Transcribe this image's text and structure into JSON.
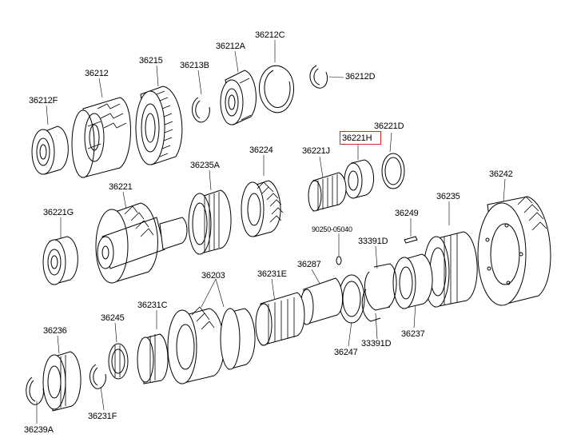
{
  "diagram": {
    "highlight_color": "#d02a2a",
    "highlighted_part": "36221H",
    "labels": [
      {
        "id": "36212C",
        "text": "36212C"
      },
      {
        "id": "36212A",
        "text": "36212A"
      },
      {
        "id": "36213B",
        "text": "36213B"
      },
      {
        "id": "36215",
        "text": "36215"
      },
      {
        "id": "36212",
        "text": "36212"
      },
      {
        "id": "36212D",
        "text": "36212D"
      },
      {
        "id": "36212F",
        "text": "36212F"
      },
      {
        "id": "36221D",
        "text": "36221D"
      },
      {
        "id": "36221H",
        "text": "36221H"
      },
      {
        "id": "36221J",
        "text": "36221J"
      },
      {
        "id": "36224",
        "text": "36224"
      },
      {
        "id": "36235A",
        "text": "36235A"
      },
      {
        "id": "36221",
        "text": "36221"
      },
      {
        "id": "36242",
        "text": "36242"
      },
      {
        "id": "36235",
        "text": "36235"
      },
      {
        "id": "36249",
        "text": "36249"
      },
      {
        "id": "36221G",
        "text": "36221G"
      },
      {
        "id": "90250-05040",
        "text": "90250-05040"
      },
      {
        "id": "33391D-top",
        "text": "33391D"
      },
      {
        "id": "36203",
        "text": "36203"
      },
      {
        "id": "36231E",
        "text": "36231E"
      },
      {
        "id": "36287",
        "text": "36287"
      },
      {
        "id": "36231C",
        "text": "36231C"
      },
      {
        "id": "36245",
        "text": "36245"
      },
      {
        "id": "36236",
        "text": "36236"
      },
      {
        "id": "36237",
        "text": "36237"
      },
      {
        "id": "33391D-bottom",
        "text": "33391D"
      },
      {
        "id": "36247",
        "text": "36247"
      },
      {
        "id": "36231F",
        "text": "36231F"
      },
      {
        "id": "36239A",
        "text": "36239A"
      }
    ]
  }
}
